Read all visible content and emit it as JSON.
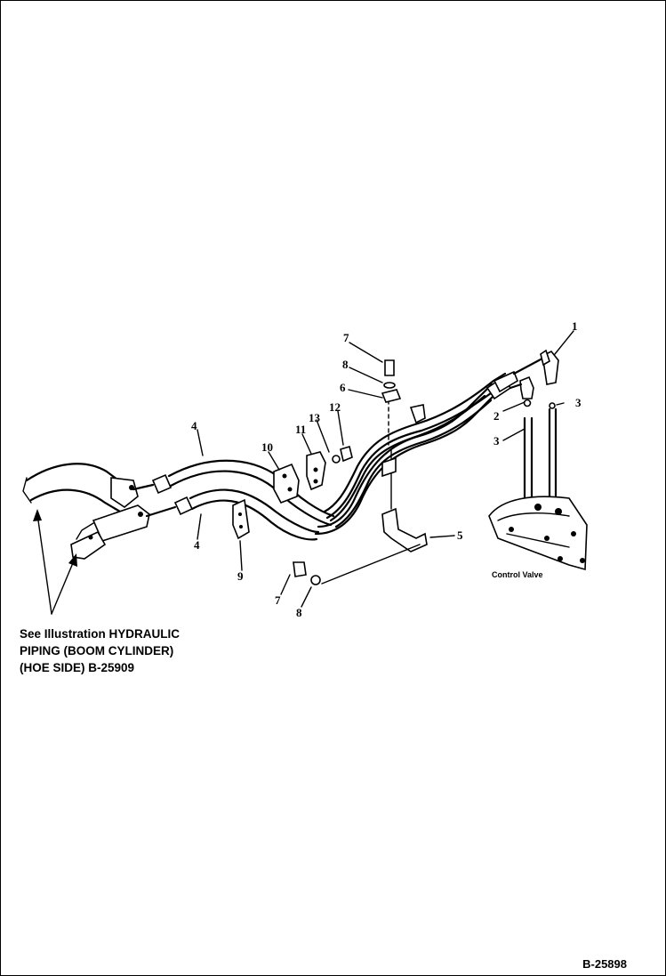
{
  "figure": {
    "id_label": "B-25898",
    "control_valve_label": "Control Valve",
    "note_lines": [
      "See Illustration HYDRAULIC",
      "PIPING (BOOM CYLINDER)",
      "(HOE SIDE) B-25909"
    ]
  },
  "callouts": {
    "c1": "1",
    "c2": "2",
    "c3a": "3",
    "c3b": "3",
    "c4a": "4",
    "c4b": "4",
    "c5": "5",
    "c6": "6",
    "c7a": "7",
    "c7b": "7",
    "c8a": "8",
    "c8b": "8",
    "c9": "9",
    "c10": "10",
    "c11": "11",
    "c12": "12",
    "c13": "13"
  }
}
